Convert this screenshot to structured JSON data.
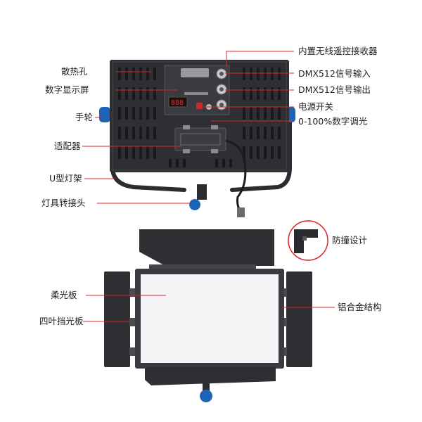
{
  "colors": {
    "leader_line": "#d8262b",
    "panel_dark": "#2e2f33",
    "knob_blue": "#1e63b8",
    "diffuser": "#f4f4f6"
  },
  "labels": {
    "receiver": "内置无线遥控接收器",
    "heat_holes": "散热孔",
    "dmx_in": "DMX512信号输入",
    "display": "数字显示屏",
    "dmx_out": "DMX512信号输出",
    "power_switch": "电源开关",
    "hand_wheel": "手轮",
    "dimming": "0-100%数字调光",
    "adapter": "适配器",
    "u_bracket": "U型灯架",
    "mount_head": "灯具转接头",
    "anti_collision": "防撞设计",
    "diffuser": "柔光板",
    "alloy_frame": "铝合金结构",
    "barn_doors": "四叶挡光板"
  },
  "icons": {
    "dmx_port": "xlr-socket-icon",
    "knob": "knob-icon",
    "corner": "corner-protector-icon"
  }
}
